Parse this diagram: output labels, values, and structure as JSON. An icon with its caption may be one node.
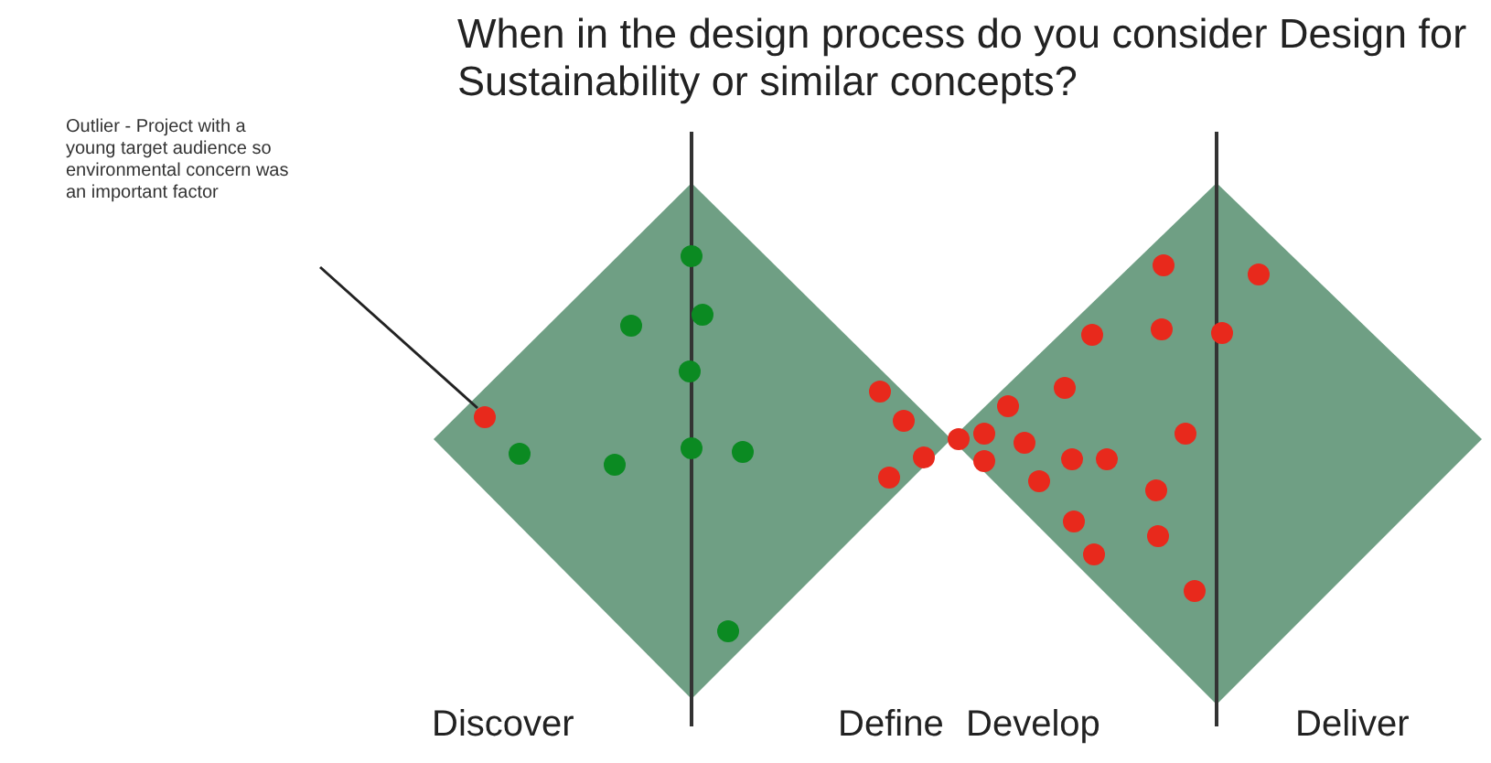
{
  "diagram": {
    "title": "When in the design process do you consider Design for Sustainability or similar concepts?",
    "nodes": [
      {
        "text": [
          "Outlier -  Project with a young target audience so environmental concern was an important factor"
        ]
      },
      {
        "text": [],
        "shape": "circle"
      },
      {
        "text": [],
        "shape": "circle"
      },
      {
        "text": [],
        "shape": "circle"
      },
      {
        "text": [],
        "shape": "circle"
      },
      {
        "text": [],
        "shape": "circle"
      },
      {
        "text": [],
        "shape": "circle"
      },
      {
        "text": [],
        "shape": "circle"
      },
      {
        "text": [],
        "shape": "circle"
      },
      {
        "text": [],
        "shape": "circle"
      },
      {
        "text": [],
        "shape": "circle"
      },
      {
        "text": [],
        "shape": "circle"
      },
      {
        "text": [],
        "shape": "circle"
      },
      {
        "text": [],
        "shape": "circle"
      },
      {
        "text": [],
        "shape": "circle"
      },
      {
        "text": [],
        "shape": "circle"
      },
      {
        "text": [],
        "shape": "circle"
      },
      {
        "text": [],
        "shape": "circle"
      },
      {
        "text": [],
        "shape": "circle"
      },
      {
        "text": [],
        "shape": "circle"
      },
      {
        "text": [],
        "shape": "circle"
      },
      {
        "text": [],
        "shape": "circle"
      },
      {
        "text": [],
        "shape": "circle"
      },
      {
        "text": [],
        "shape": "circle"
      },
      {
        "text": [],
        "shape": "circle"
      },
      {
        "text": [],
        "shape": "circle"
      },
      {
        "text": [],
        "shape": "circle"
      },
      {
        "text": [],
        "shape": "circle"
      },
      {
        "text": [],
        "shape": "circle"
      },
      {
        "text": [],
        "shape": "circle"
      },
      {
        "text": [],
        "shape": "circle"
      },
      {
        "text": [],
        "shape": "circle"
      },
      {
        "text": [],
        "shape": "circle"
      },
      {
        "text": [],
        "shape": "circle"
      },
      {
        "text": [],
        "shape": "circle"
      }
    ],
    "edges": [
      {
        "from": 0,
        "to": 1,
        "arrow": "none"
      }
    ],
    "labels": [
      "Discover",
      "Define",
      "Develop",
      "Deliver"
    ]
  }
}
